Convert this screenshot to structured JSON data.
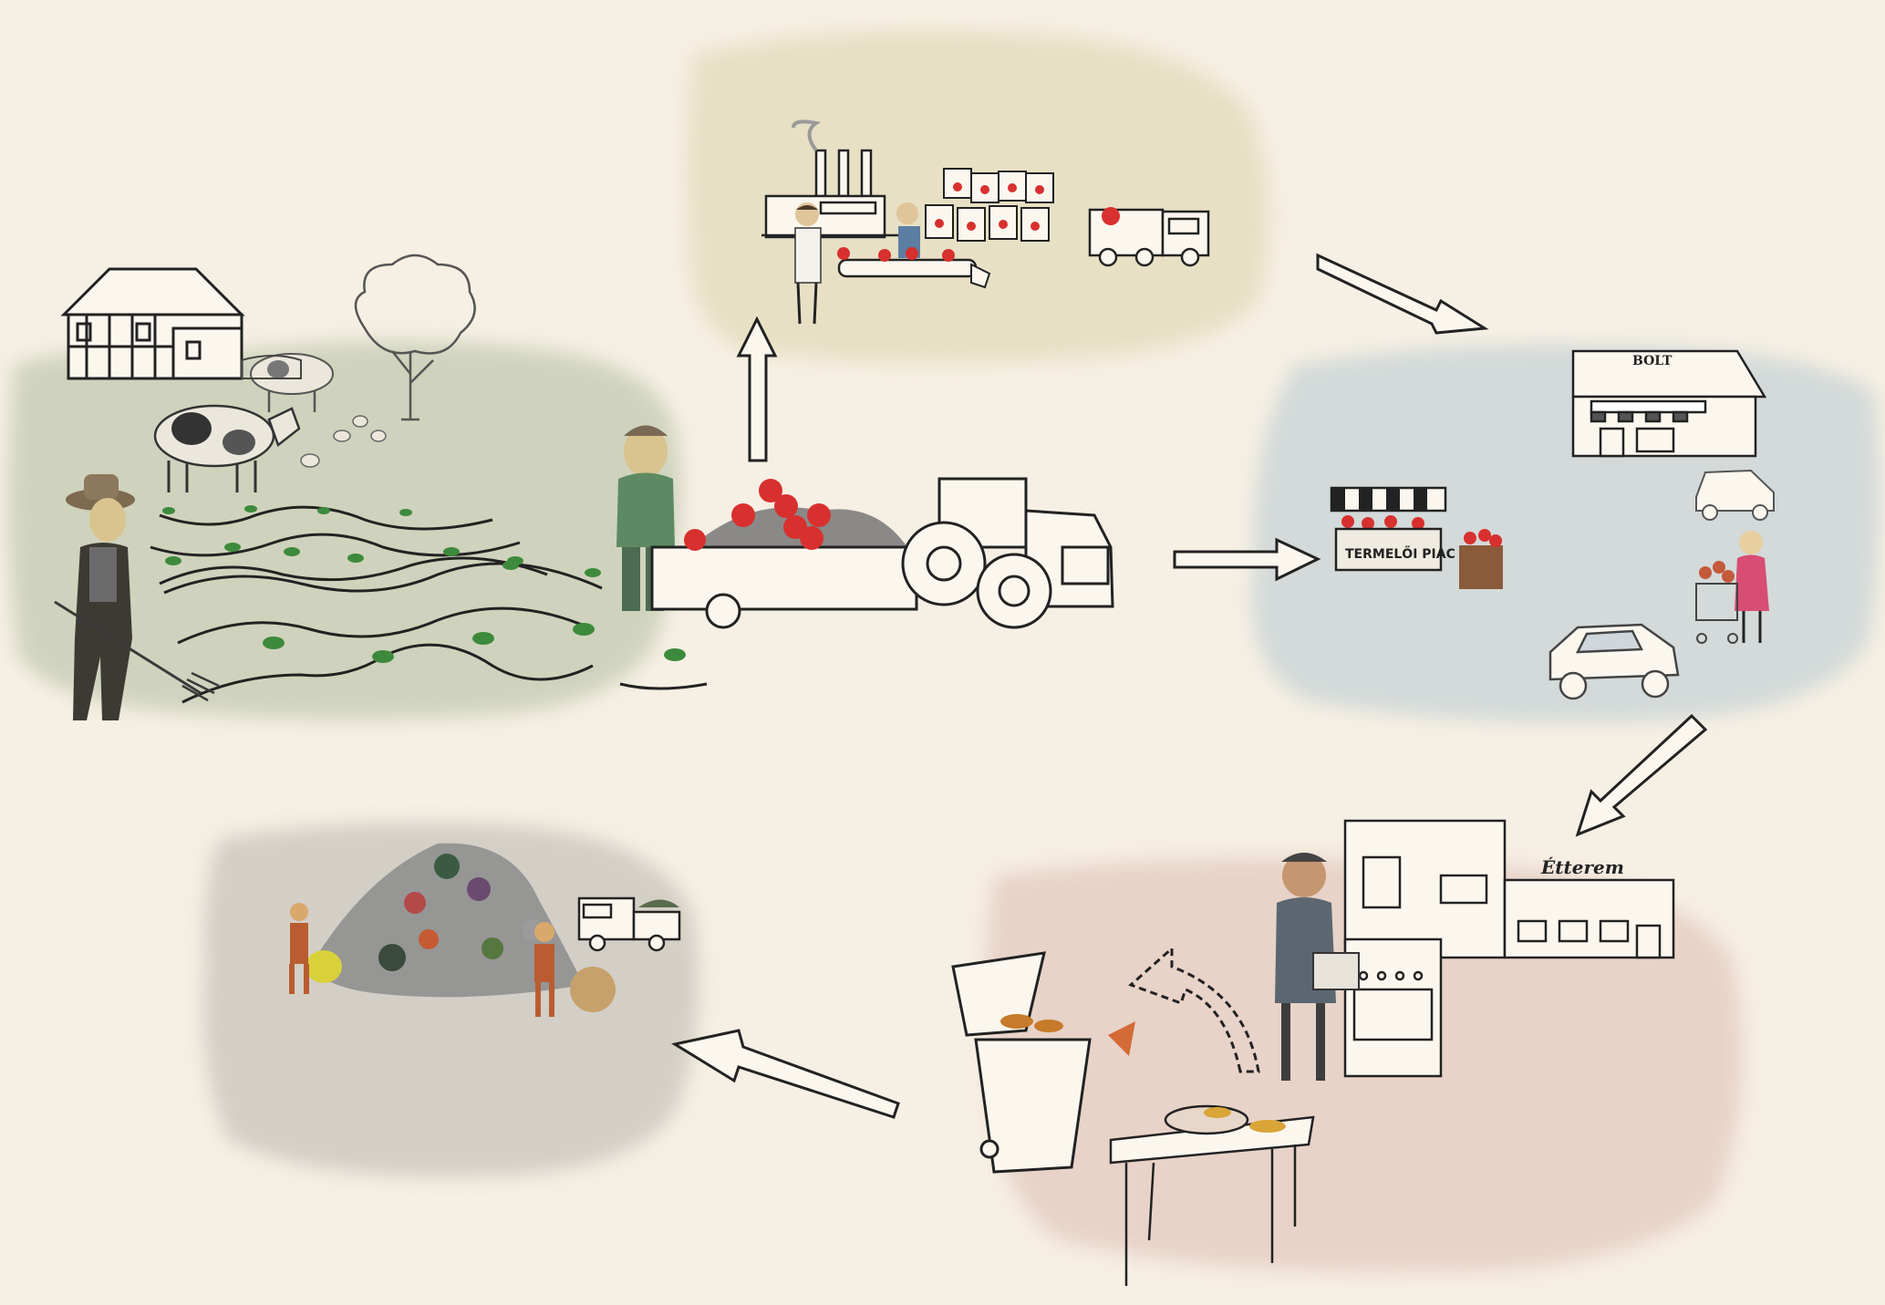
{
  "diagram": {
    "stages": [
      {
        "key": "farm"
      },
      {
        "key": "factory"
      },
      {
        "key": "retail"
      },
      {
        "key": "restaurant"
      },
      {
        "key": "waste"
      }
    ],
    "labels": {
      "shop_sign": "BOLT",
      "market_sign": "TERMELŐI PIAC",
      "restaurant_sign": "Étterem"
    },
    "colors": {
      "background": "#f6efe3",
      "farm_wash": "#c9cfb7",
      "factory_wash": "#e6dfc2",
      "retail_wash": "#cdd7d8",
      "restaurant_wash": "#e6cfc4",
      "waste_wash": "#d0ccc3",
      "tomato": "#d8302f",
      "sprout": "#3e8a3c"
    }
  }
}
